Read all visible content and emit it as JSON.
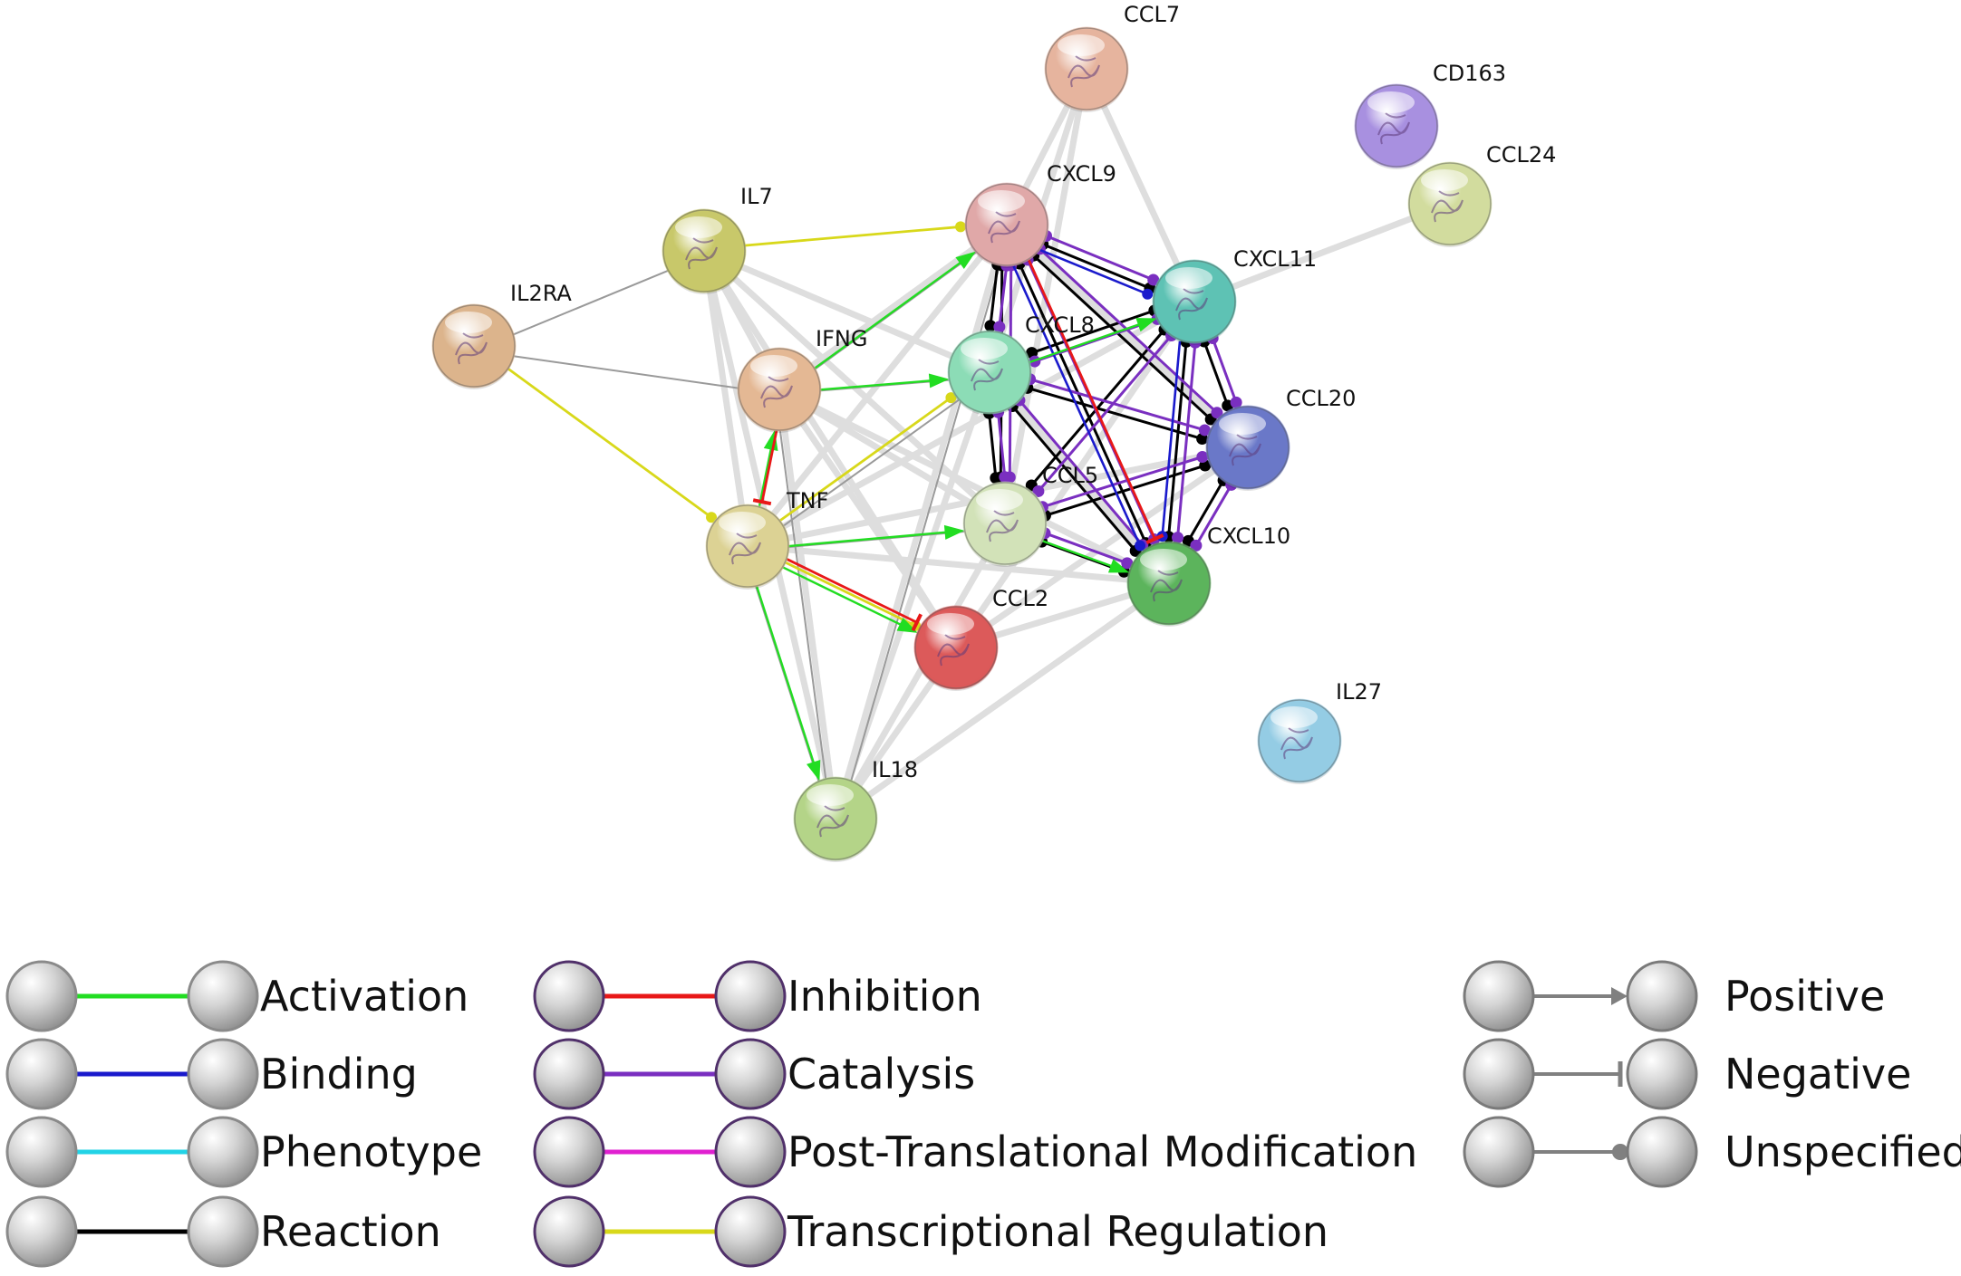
{
  "network": {
    "colors": {
      "activation": "#22dd22",
      "binding": "#1a1acc",
      "phenotype": "#22d3e6",
      "reaction": "#000000",
      "inhibition": "#e81818",
      "catalysis": "#7a2fc0",
      "ptm": "#e020d0",
      "transcriptional": "#d8d81a",
      "evidence": "#dedede",
      "pathway": "#9a9a9a"
    },
    "nodes": [
      {
        "id": "CCL7",
        "label": "CCL7",
        "color": "#e6b49e"
      },
      {
        "id": "CD163",
        "label": "CD163",
        "color": "#a890e0"
      },
      {
        "id": "CCL24",
        "label": "CCL24",
        "color": "#d2dc9e"
      },
      {
        "id": "CXCL9",
        "label": "CXCL9",
        "color": "#e0a8a8"
      },
      {
        "id": "IL7",
        "label": "IL7",
        "color": "#c8c86a"
      },
      {
        "id": "CXCL11",
        "label": "CXCL11",
        "color": "#5ec2b4"
      },
      {
        "id": "IL2RA",
        "label": "IL2RA",
        "color": "#dcb48c"
      },
      {
        "id": "IFNG",
        "label": "IFNG",
        "color": "#e4b894"
      },
      {
        "id": "CXCL8",
        "label": "CXCL8",
        "color": "#8cdcb6"
      },
      {
        "id": "CCL20",
        "label": "CCL20",
        "color": "#6a78c8"
      },
      {
        "id": "CCL5",
        "label": "CCL5",
        "color": "#d2e2b8"
      },
      {
        "id": "TNF",
        "label": "TNF",
        "color": "#dcd294"
      },
      {
        "id": "CXCL10",
        "label": "CXCL10",
        "color": "#5cb45c"
      },
      {
        "id": "CCL2",
        "label": "CCL2",
        "color": "#dc5a5a"
      },
      {
        "id": "IL27",
        "label": "IL27",
        "color": "#94cce4"
      },
      {
        "id": "IL18",
        "label": "IL18",
        "color": "#b4d488"
      }
    ],
    "edges": {
      "evidence": [
        [
          "CCL7",
          "CXCL9"
        ],
        [
          "CCL7",
          "CXCL8"
        ],
        [
          "CCL7",
          "CXCL11"
        ],
        [
          "CCL7",
          "CCL5"
        ],
        [
          "IL7",
          "IFNG"
        ],
        [
          "IL7",
          "CXCL8"
        ],
        [
          "IL7",
          "CCL5"
        ],
        [
          "IL7",
          "CCL2"
        ],
        [
          "IL7",
          "IL18"
        ],
        [
          "IL7",
          "TNF"
        ],
        [
          "IFNG",
          "CXCL9"
        ],
        [
          "IFNG",
          "CCL5"
        ],
        [
          "IFNG",
          "CCL2"
        ],
        [
          "IFNG",
          "IL18"
        ],
        [
          "IFNG",
          "CXCL10"
        ],
        [
          "TNF",
          "CXCL9"
        ],
        [
          "TNF",
          "CXCL10"
        ],
        [
          "TNF",
          "CCL20"
        ],
        [
          "TNF",
          "CXCL11"
        ],
        [
          "CCL24",
          "CXCL11"
        ],
        [
          "CCL2",
          "CXCL10"
        ],
        [
          "CCL2",
          "CCL20"
        ],
        [
          "CCL2",
          "CXCL11"
        ],
        [
          "IL18",
          "CXCL8"
        ],
        [
          "IL18",
          "CCL5"
        ],
        [
          "IL18",
          "CXCL10"
        ],
        [
          "IL18",
          "CXCL9"
        ],
        [
          "IL18",
          "CCL2"
        ],
        [
          "CXCL9",
          "CCL20"
        ],
        [
          "CXCL8",
          "CXCL10"
        ]
      ],
      "pathway": [
        [
          "IL2RA",
          "IL7"
        ],
        [
          "IL2RA",
          "IFNG"
        ],
        [
          "TNF",
          "IL18"
        ],
        [
          "IFNG",
          "IL18"
        ],
        [
          "TNF",
          "CCL5"
        ],
        [
          "TNF",
          "CXCL8"
        ],
        [
          "IFNG",
          "CXCL8"
        ],
        [
          "IL18",
          "CXCL9"
        ],
        [
          "IFNG",
          "CXCL9"
        ]
      ],
      "activation": [
        [
          "TNF",
          "IFNG"
        ],
        [
          "IFNG",
          "CXCL8"
        ],
        [
          "TNF",
          "CCL2"
        ],
        [
          "TNF",
          "IL18"
        ],
        [
          "IFNG",
          "CXCL9"
        ],
        [
          "TNF",
          "CCL5"
        ],
        [
          "CXCL8",
          "CXCL11"
        ],
        [
          "CCL5",
          "CXCL10"
        ]
      ],
      "inhibition": [
        [
          "TNF",
          "CCL2"
        ],
        [
          "IFNG",
          "TNF"
        ],
        [
          "CXCL9",
          "CXCL10"
        ]
      ],
      "transcriptional": [
        [
          "IL7",
          "CXCL9"
        ],
        [
          "IL2RA",
          "TNF"
        ],
        [
          "TNF",
          "CXCL8"
        ],
        [
          "TNF",
          "CCL2"
        ]
      ],
      "reaction": [
        [
          "CXCL9",
          "CXCL11"
        ],
        [
          "CXCL9",
          "CXCL8"
        ],
        [
          "CXCL9",
          "CCL20"
        ],
        [
          "CXCL9",
          "CXCL10"
        ],
        [
          "CXCL9",
          "CCL5"
        ],
        [
          "CXCL11",
          "CXCL8"
        ],
        [
          "CXCL11",
          "CCL20"
        ],
        [
          "CXCL11",
          "CXCL10"
        ],
        [
          "CXCL11",
          "CCL5"
        ],
        [
          "CXCL8",
          "CCL5"
        ],
        [
          "CXCL8",
          "CCL20"
        ],
        [
          "CXCL8",
          "CXCL10"
        ],
        [
          "CCL5",
          "CCL20"
        ],
        [
          "CCL5",
          "CXCL10"
        ],
        [
          "CCL20",
          "CXCL10"
        ]
      ],
      "catalysis": [
        [
          "CXCL9",
          "CXCL11"
        ],
        [
          "CXCL9",
          "CXCL8"
        ],
        [
          "CXCL9",
          "CCL20"
        ],
        [
          "CXCL9",
          "CXCL10"
        ],
        [
          "CXCL9",
          "CCL5"
        ],
        [
          "CXCL11",
          "CXCL8"
        ],
        [
          "CXCL11",
          "CCL20"
        ],
        [
          "CXCL11",
          "CXCL10"
        ],
        [
          "CXCL11",
          "CCL5"
        ],
        [
          "CXCL8",
          "CCL5"
        ],
        [
          "CXCL8",
          "CCL20"
        ],
        [
          "CXCL8",
          "CXCL10"
        ],
        [
          "CCL5",
          "CCL20"
        ],
        [
          "CCL5",
          "CXCL10"
        ],
        [
          "CCL20",
          "CXCL10"
        ]
      ],
      "binding": [
        [
          "CXCL9",
          "CXCL11"
        ],
        [
          "CXCL9",
          "CXCL10"
        ],
        [
          "CXCL11",
          "CXCL10"
        ]
      ]
    }
  },
  "legend": {
    "edge_types": [
      {
        "label": "Activation",
        "color": "#22dd22",
        "node_border": "#8a8a8a"
      },
      {
        "label": "Binding",
        "color": "#1a1acc",
        "node_border": "#8a8a8a"
      },
      {
        "label": "Phenotype",
        "color": "#22d3e6",
        "node_border": "#8a8a8a"
      },
      {
        "label": "Reaction",
        "color": "#000000",
        "node_border": "#8a8a8a"
      },
      {
        "label": "Inhibition",
        "color": "#e81818",
        "node_border": "#50306a"
      },
      {
        "label": "Catalysis",
        "color": "#7a2fc0",
        "node_border": "#50306a"
      },
      {
        "label": "Post-Translational Modification",
        "color": "#e020d0",
        "node_border": "#50306a"
      },
      {
        "label": "Transcriptional Regulation",
        "color": "#d8d81a",
        "node_border": "#50306a"
      }
    ],
    "effects": [
      {
        "label": "Positive",
        "marker": "arrow",
        "color": "#808080"
      },
      {
        "label": "Negative",
        "marker": "bar",
        "color": "#808080"
      },
      {
        "label": "Unspecified",
        "marker": "dot",
        "color": "#808080"
      }
    ]
  }
}
